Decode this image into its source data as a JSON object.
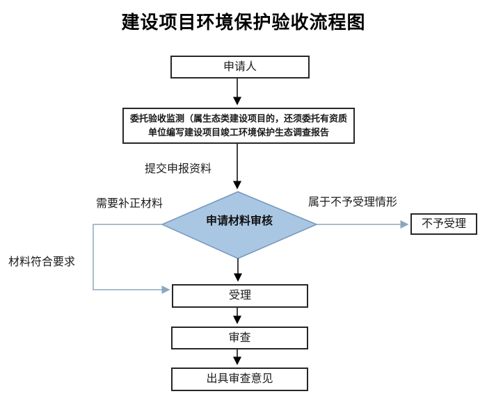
{
  "title": "建设项目环境保护验收流程图",
  "nodes": {
    "applicant": "申请人",
    "entrust_line1": "委托验收监测（属生态类建设项目的，还须委托有资质",
    "entrust_line2": "单位编写建设项目竣工环境保护生态调查报告",
    "review_decision": "申请材料审核",
    "not_accepted": "不予受理",
    "accept": "受理",
    "examine": "审查",
    "issue_opinion": "出具审查意见"
  },
  "edge_labels": {
    "submit_materials": "提交申报资料",
    "need_correction": "需要补正材料",
    "not_accepted_case": "属于不予受理情形",
    "materials_ok": "材料符合要求"
  },
  "colors": {
    "diamond_fill": "#a9c7e3",
    "diamond_border": "#7396bd",
    "blue_connector": "#8ba7bd",
    "black_connector": "#000000",
    "box_border": "#262626",
    "background": "#ffffff",
    "text": "#1a1a1a"
  }
}
